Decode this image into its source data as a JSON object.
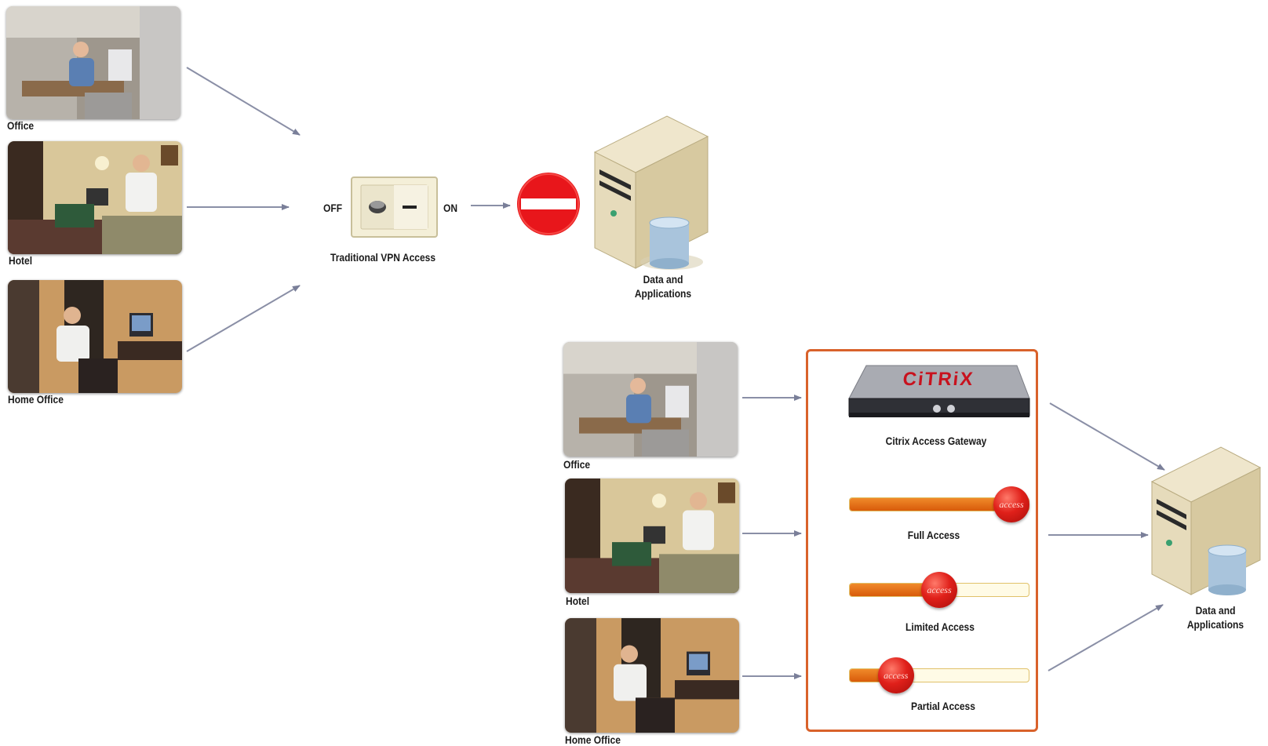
{
  "top_section": {
    "locations": [
      {
        "label": "Office",
        "scene": "office"
      },
      {
        "label": "Hotel",
        "scene": "hotel"
      },
      {
        "label": "Home Office",
        "scene": "home-office"
      }
    ],
    "switch": {
      "off_label": "OFF",
      "on_label": "ON",
      "caption": "Traditional VPN Access"
    },
    "blocked_icon": "no-entry-icon",
    "server_label_line1": "Data and",
    "server_label_line2": "Applications"
  },
  "bottom_section": {
    "locations": [
      {
        "label": "Office",
        "scene": "office"
      },
      {
        "label": "Hotel",
        "scene": "hotel"
      },
      {
        "label": "Home Office",
        "scene": "home-office"
      }
    ],
    "gateway": {
      "logo_text": "CiTRiX",
      "caption": "Citrix Access Gateway"
    },
    "access_levels": [
      {
        "label": "Full Access",
        "knob_text": "access",
        "level": 1.0
      },
      {
        "label": "Limited Access",
        "knob_text": "access",
        "level": 0.5
      },
      {
        "label": "Partial Access",
        "knob_text": "access",
        "level": 0.2
      }
    ],
    "server_label_line1": "Data and",
    "server_label_line2": "Applications"
  },
  "colors": {
    "panel_border": "#d9622b",
    "arrow": "#7a7f99",
    "slider_fill": "#e8731a",
    "knob": "#d81e16",
    "no_entry": "#e8161b"
  }
}
